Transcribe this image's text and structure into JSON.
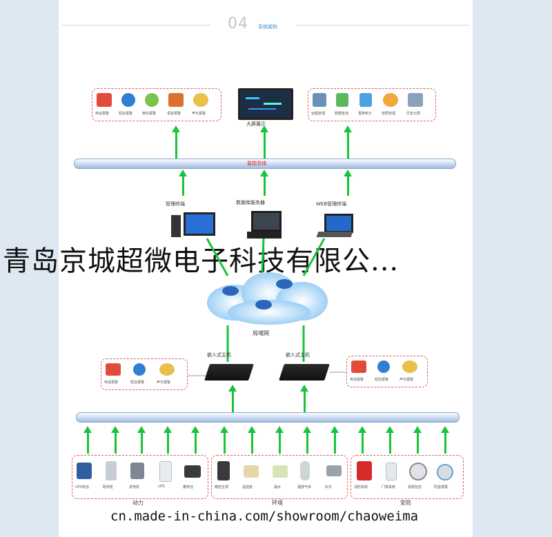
{
  "header": {
    "number": "04",
    "title": "系统架构"
  },
  "top_row": {
    "left_labels": [
      "电话报警",
      "短信报警",
      "微信报警",
      "语音报警",
      "声光报警"
    ],
    "center_label": "大屏展示",
    "right_labels": [
      "远程管理",
      "数据查询",
      "报表统计",
      "权限管理",
      "历史记录"
    ]
  },
  "bus1_label": "监控总线",
  "servers": {
    "left": "管理终端",
    "center": "数据库服务器",
    "right": "WEB管理终端"
  },
  "network_label": "局域网",
  "embedded": {
    "left": "嵌入式主机",
    "right": "嵌入式主机"
  },
  "mid_left_labels": [
    "电话报警",
    "短信报警",
    "声光报警"
  ],
  "mid_right_labels": [
    "电话报警",
    "短信报警",
    "声光报警"
  ],
  "bottom": {
    "power": {
      "title": "动力",
      "items": [
        "UPS电池",
        "配电柜",
        "发电机",
        "UPS",
        "蓄电池"
      ]
    },
    "env": {
      "title": "环境",
      "items": [
        "精密空调",
        "温湿度",
        "漏水",
        "烟感气体",
        "红外"
      ]
    },
    "security": {
      "title": "安防",
      "items": [
        "消防系统",
        "门禁系统",
        "视频监控",
        "防盗报警"
      ]
    }
  },
  "watermark": "青岛京城超微电子科技有限公...",
  "footer": "cn.made-in-china.com/showroom/chaoweima",
  "colors": {
    "arrow": "#17c43b",
    "dashed_border": "#e05a5a",
    "bus": "#c8daf0"
  }
}
